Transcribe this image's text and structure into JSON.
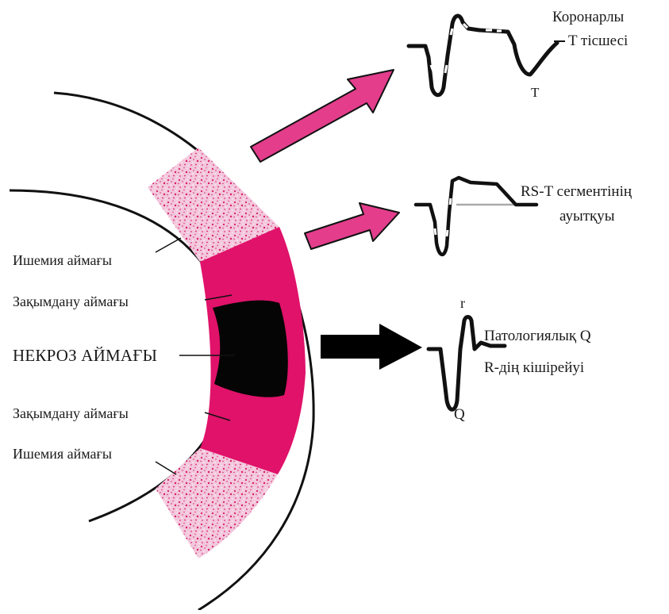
{
  "colors": {
    "necrosis": "#050505",
    "injury": "#e0126a",
    "ischemia_base": "#f3c7dc",
    "ischemia_speckle": "#d81a66",
    "arrow_pink": "#e33d8c",
    "arrow_black": "#000000",
    "ecg_trace": "#111111",
    "baseline_grey": "#a9a9a9"
  },
  "labels": {
    "ischemia_top": "Ишемия аймағы",
    "injury_top": "Зақымдану аймағы",
    "necrosis": "НЕКРОЗ АЙМАҒЫ",
    "injury_bottom": "Зақымдану аймағы",
    "ischemia_bottom": "Ишемия аймағы"
  },
  "ecg": {
    "top": {
      "line1": "Коронарлы",
      "line2": "T тісшесі",
      "wave_label": "T"
    },
    "middle": {
      "line1": "RS-T сегментінің",
      "line2": "ауытқуы"
    },
    "bottom": {
      "line1": "Патологиялық Q",
      "line2": "R-дің кішірейуі",
      "r_label": "r",
      "q_label": "Q"
    }
  },
  "icons": {
    "arrow_top": "arrow-right-icon",
    "arrow_middle": "arrow-right-icon",
    "arrow_bottom": "arrow-right-icon"
  }
}
